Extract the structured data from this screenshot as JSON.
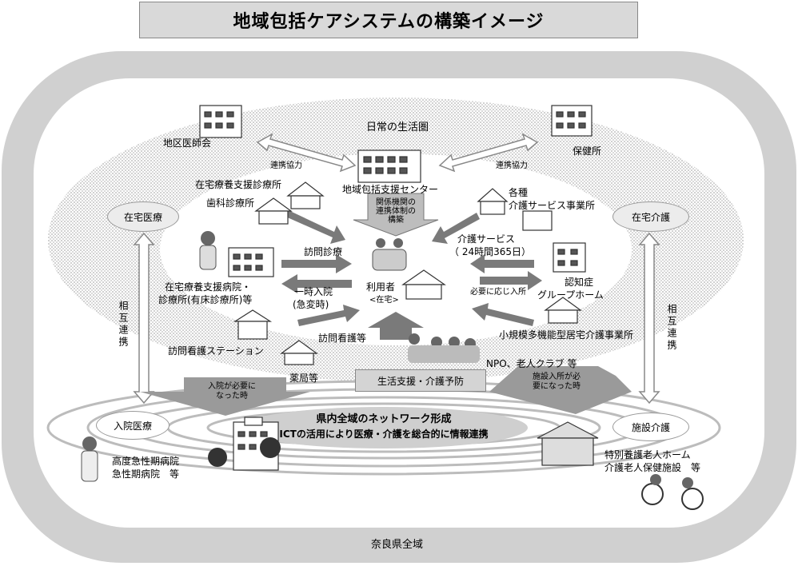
{
  "title": "地域包括ケアシステムの構築イメージ",
  "area_label": "奈良県全域",
  "daily_area": "日常の生活圏",
  "center": {
    "label": "地域包括支援センター",
    "box_line1": "関係機関の",
    "box_line2": "連携体制の",
    "box_line3": "構築"
  },
  "user": {
    "label": "利用者",
    "sub": "<在宅>"
  },
  "left": {
    "district_med": "地区医師会",
    "cooperation_left": "連携協力",
    "home_clinic": "在宅療養支援診療所",
    "dental": "歯科診療所",
    "hospital_line1": "在宅療養支援病院・",
    "hospital_line2": "診療所(有床診療所)等",
    "nursing_station": "訪問看護ステーション",
    "pharmacy": "薬局等",
    "home_medical": "在宅医療",
    "mutual": "相互連携",
    "visit_care": "訪問診療",
    "temp_admit1": "一時入院",
    "temp_admit2": "(急変時)",
    "visit_nursing": "訪問看護等",
    "inpatient": "入院医療",
    "admit_needed1": "入院が必要に",
    "admit_needed2": "なった時",
    "acute1": "高度急性期病院",
    "acute2": "急性期病院　等"
  },
  "right": {
    "health_center": "保健所",
    "cooperation_right": "連携協力",
    "service_line1": "各種",
    "service_line2": "介護サービス事業所",
    "care_service1": "介護サービス",
    "care_service2": "（ 24時間365日）",
    "as_needed": "必要に応じ入所",
    "group_home1": "認知症",
    "group_home2": "グループホーム",
    "small_multi": "小規模多機能型居宅介護事業所",
    "home_care": "在宅介護",
    "mutual": "相互連携",
    "npo": "NPO、老人クラブ 等",
    "facility_needed1": "施設入所が必",
    "facility_needed2": "要になった時",
    "facility_care": "施設介護",
    "nursing_home1": "特別養護老人ホーム",
    "nursing_home2": "介護老人保健施設　等"
  },
  "support": "生活支援・介護予防",
  "network": {
    "line1": "県内全域のネットワーク形成",
    "line2": "ICTの活用により医療・介護を総合的に情報連携"
  }
}
